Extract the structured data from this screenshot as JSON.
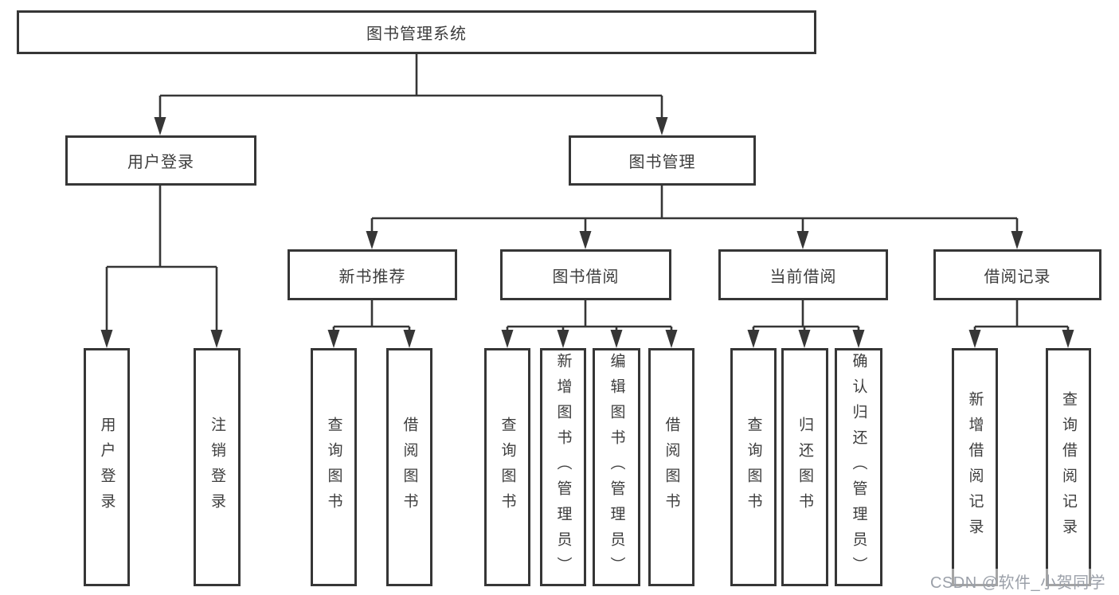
{
  "diagram_title": "图书管理系统",
  "tree": {
    "label": "图书管理系统",
    "children": [
      {
        "label": "用户登录",
        "children": [
          {
            "label": "用户登录"
          },
          {
            "label": "注销登录"
          }
        ]
      },
      {
        "label": "图书管理",
        "children": [
          {
            "label": "新书推荐",
            "children": [
              {
                "label": "查询图书"
              },
              {
                "label": "借阅图书"
              }
            ]
          },
          {
            "label": "图书借阅",
            "children": [
              {
                "label": "查询图书"
              },
              {
                "label": "新增图书（管理员）"
              },
              {
                "label": "编辑图书（管理员）"
              },
              {
                "label": "借阅图书"
              }
            ]
          },
          {
            "label": "当前借阅",
            "children": [
              {
                "label": "查询图书"
              },
              {
                "label": "归还图书"
              },
              {
                "label": "确认归还（管理员）"
              }
            ]
          },
          {
            "label": "借阅记录",
            "children": [
              {
                "label": "新增借阅记录"
              },
              {
                "label": "查询借阅记录"
              }
            ]
          }
        ]
      }
    ]
  },
  "watermark": {
    "text": "CSDN @软件_小贺同学"
  },
  "colors": {
    "line": "#363636",
    "text": "#3d3d3d",
    "background": "#ffffff",
    "watermark": "#9ba0a9"
  }
}
